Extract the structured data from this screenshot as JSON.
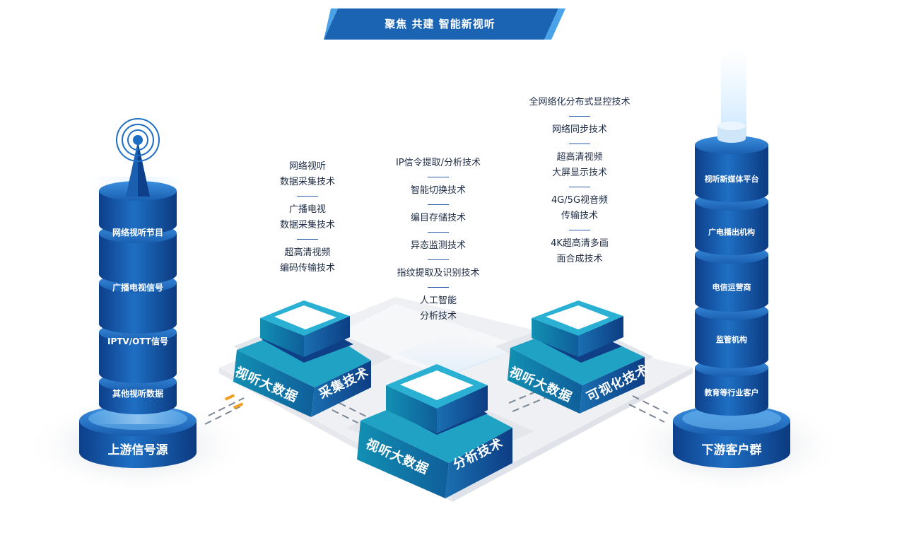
{
  "title": "聚焦 共建 智能新视听",
  "upstream": {
    "base_label": "上游信号源",
    "layers": [
      "网络视听节目",
      "广播电视信号",
      "IPTV/OTT信号",
      "其他视听数据"
    ]
  },
  "downstream": {
    "base_label": "下游客户群",
    "layers": [
      "视听新媒体平台",
      "广电播出机构",
      "电信运营商",
      "监管机构",
      "教育等行业客户"
    ]
  },
  "collect": {
    "label_left": "视听大数据",
    "label_right": "采集技术",
    "techs": [
      "网络视听\n数据采集技术",
      "广播电视\n数据采集技术",
      "超高清视频\n编码传输技术"
    ]
  },
  "analysis": {
    "label_left": "视听大数据",
    "label_right": "分析技术",
    "techs": [
      "IP信令提取/分析技术",
      "智能切换技术",
      "编目存储技术",
      "异态监测技术",
      "指纹提取及识别技术",
      "人工智能\n分析技术"
    ]
  },
  "visual": {
    "label_left": "视听大数据",
    "label_right": "可视化技术",
    "techs": [
      "全网络化分布式显控技术",
      "网络同步技术",
      "超高清视频\n大屏显示技术",
      "4G/5G视音频\n传输技术",
      "4K超高清多画\n面合成技术"
    ]
  },
  "colors": {
    "primary": "#1b63b3",
    "dark": "#0f3f86",
    "light": "#4aa3e8",
    "teal": "#1592b6"
  }
}
